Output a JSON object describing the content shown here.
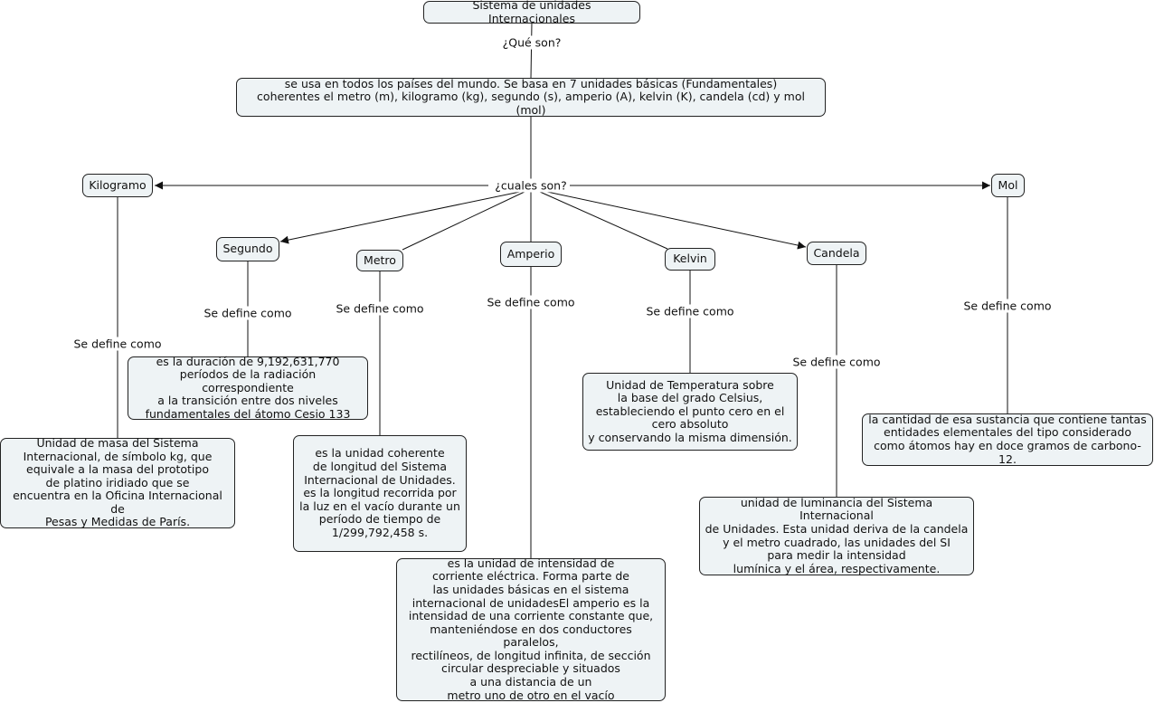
{
  "concepts": {
    "root": "Sistema de unidades Internacionales",
    "definition": "se usa en todos los países del mundo. Se basa en 7 unidades básicas (Fundamentales)\ncoherentes el metro (m), kilogramo (kg), segundo (s), amperio (A), kelvin (K), candela (cd) y mol (mol)",
    "kilogramo": "Kilogramo",
    "segundo": "Segundo",
    "metro": "Metro",
    "amperio": "Amperio",
    "kelvin": "Kelvin",
    "candela": "Candela",
    "mol": "Mol",
    "def_kilogramo": "Unidad de masa del Sistema\nInternacional, de símbolo kg, que\nequivale a la masa del prototipo\nde platino iridiado que se\nencuentra en la Oficina Internacional de\nPesas y Medidas de París.",
    "def_segundo": "es la duración de 9,192,631,770\nperíodos de la radiación correspondiente\na la transición entre dos niveles\nfundamentales del átomo Cesio 133",
    "def_metro": "es la unidad coherente\nde longitud del Sistema\nInternacional de Unidades.\nes la longitud recorrida por\nla luz en el vacío durante un\nperíodo de tiempo de\n1/299,792,458 s.",
    "def_amperio": "es la unidad de intensidad de\ncorriente eléctrica. Forma parte de\nlas unidades básicas en el sistema\ninternacional de unidadesEl amperio es la\nintensidad de una corriente constante que,\nmanteniéndose en dos conductores paralelos,\nrectilíneos, de longitud infinita, de sección\ncircular despreciable y situados\na una distancia de un\nmetro uno de otro en el vacío",
    "def_kelvin": "Unidad de Temperatura sobre\nla base del grado Celsius,\nestableciendo el punto cero en el\ncero absoluto\ny conservando la misma dimensión.",
    "def_candela": "unidad de luminancia del Sistema Internacional\nde Unidades. Esta unidad deriva de la candela\ny el metro cuadrado, las unidades del SI\npara medir la intensidad\nlumínica y el área, respectivamente.",
    "def_mol": "la cantidad de esa sustancia que contiene tantas\nentidades elementales del tipo considerado\ncomo átomos hay en doce gramos de carbono-12."
  },
  "links": {
    "que_son": "¿Qué son?",
    "cuales_son": "¿cuales son?",
    "se_define_como": "Se define como"
  },
  "colors": {
    "node_fill": "#eef3f5",
    "node_border": "#222222",
    "line": "#111111"
  }
}
